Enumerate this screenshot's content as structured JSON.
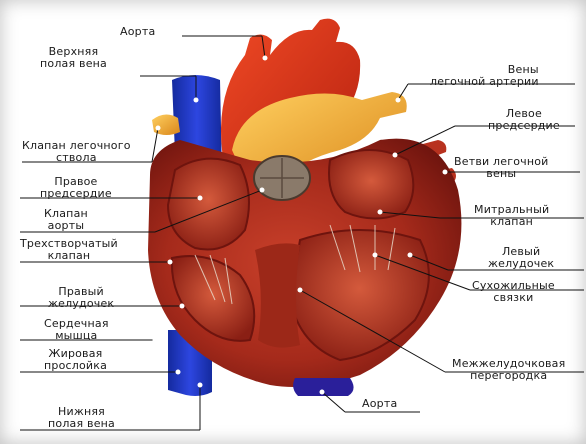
{
  "diagram": {
    "labels": {
      "aorta_top": "Аорта",
      "upper_vena_cava": "Верхняя\nполая вена",
      "pulmonary_artery_veins": "Вены\nлегочной артерии",
      "pulmonary_valve": "Клапан легочного\nствола",
      "left_atrium": "Левое\nпредсердие",
      "pulmonary_vein_branches": "Ветви легочной\nвены",
      "right_atrium": "Правое\nпредсердие",
      "aortic_valve": "Клапан\nаорты",
      "mitral_valve": "Митральный\nклапан",
      "tricuspid_valve": "Трехстворчатый\nклапан",
      "left_ventricle": "Левый\nжелудочек",
      "right_ventricle": "Правый\nжелудочек",
      "chordae": "Сухожильные\nсвязки",
      "heart_muscle": "Сердечная\nмышца",
      "fat_layer": "Жировая\nпрослойка",
      "septum": "Межжелудочковая\nперегородка",
      "aorta_bottom": "Аорта",
      "lower_vena_cava": "Нижняя\nполая вена"
    },
    "colors": {
      "muscle_dark": "#8e1d14",
      "muscle_mid": "#b8321f",
      "muscle_light": "#d9573a",
      "aorta_red": "#e4361c",
      "artery_yellow": "#f2a828",
      "vena_blue": "#1f36c9",
      "valve_gray": "#8a7a6a",
      "line": "#111111"
    }
  }
}
